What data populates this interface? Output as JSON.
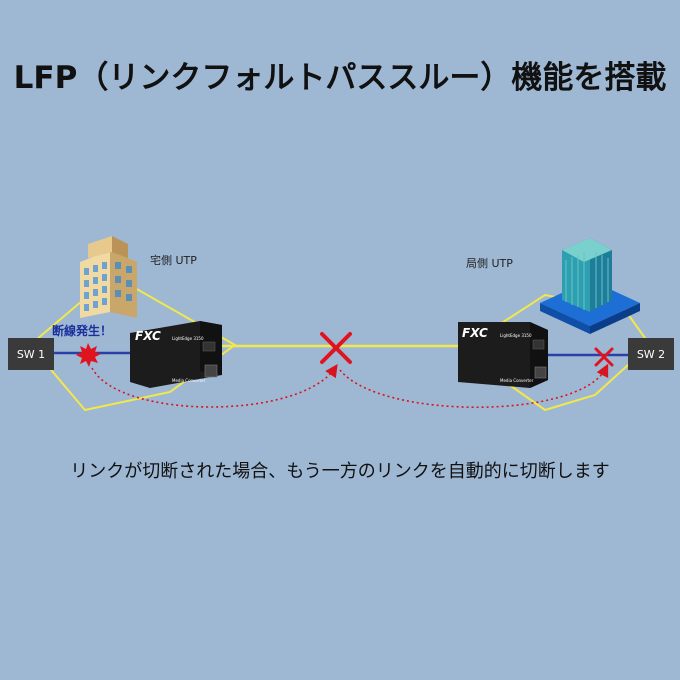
{
  "title": "LFP（リンクフォルトパススルー）機能を搭載",
  "labels": {
    "left_side": "宅側 UTP",
    "right_side": "局側 UTP",
    "alert": "断線発生！",
    "sw1": "SW 1",
    "sw2": "SW 2"
  },
  "device": {
    "brand": "FXC",
    "model": "LightEdge 3150",
    "caption": "Media Converter"
  },
  "caption": "リンクが切断された場合、もう一方のリンクを自動的に切断します",
  "colors": {
    "background": "#9eb8d4",
    "fiber_line": "#f2e84a",
    "utp_line": "#2c3fa6",
    "cross": "#e0141e",
    "dotted_arrow": "#d8141e",
    "switch_box": "#3a3a3a",
    "device_body": "#1c1c1c"
  }
}
